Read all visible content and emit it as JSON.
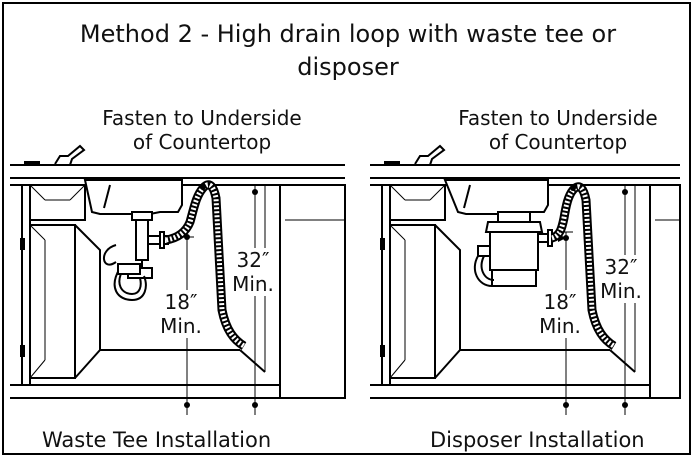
{
  "title": {
    "line1": "Method 2 - High drain loop with waste tee or",
    "line2": "disposer"
  },
  "left_panel": {
    "fasten_label": {
      "line1": "Fasten to Underside",
      "line2": "of Countertop"
    },
    "dim_32": {
      "value": "32″",
      "unit": "Min."
    },
    "dim_18": {
      "value": "18″",
      "unit": "Min."
    },
    "caption": "Waste Tee Installation"
  },
  "right_panel": {
    "fasten_label": {
      "line1": "Fasten to Underside",
      "line2": "of Countertop"
    },
    "dim_32": {
      "value": "32″",
      "unit": "Min."
    },
    "dim_18": {
      "value": "18″",
      "unit": "Min."
    },
    "caption": "Disposer Installation"
  }
}
